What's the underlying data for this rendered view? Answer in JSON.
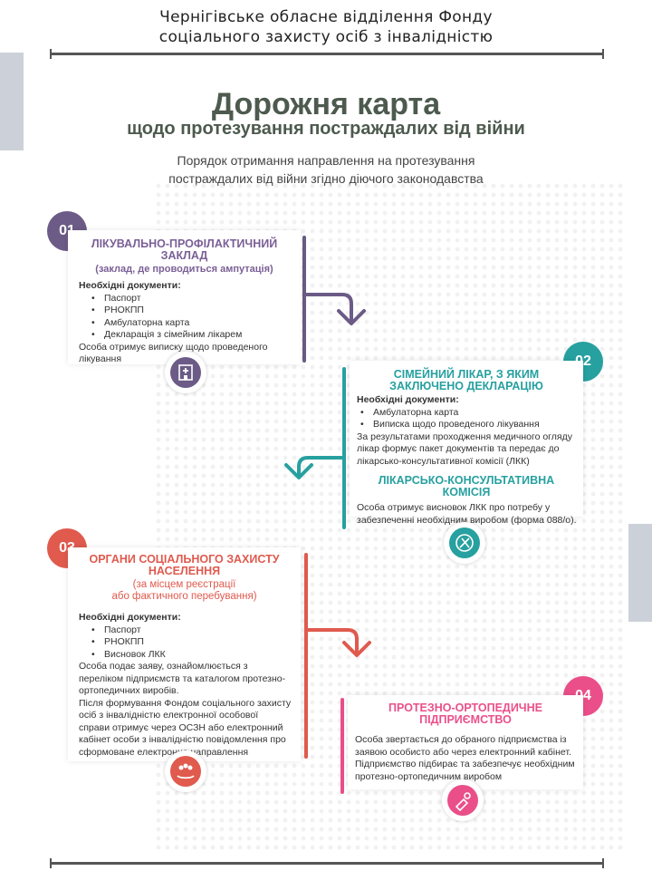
{
  "header": {
    "line1": "Чернігівське обласне відділення Фонду",
    "line2": "соціального захисту осіб з інвалідністю"
  },
  "title": "Дорожня карта",
  "subtitle": "щодо протезування постраждалих від війни",
  "intro": {
    "line1": "Порядок отримання направлення на протезування",
    "line2": "постраждалих від війни згідно діючого законодавства"
  },
  "colors": {
    "step1": "#6b5b86",
    "step2": "#27a0a0",
    "step3": "#e05a4e",
    "step4": "#ea4f8a"
  },
  "steps": [
    {
      "number": "01",
      "title_line1": "ЛІКУВАЛЬНО-ПРОФІЛАКТИЧНИЙ",
      "title_line2": "ЗАКЛАД",
      "note": "(заклад, де проводиться ампутація)",
      "docs_label": "Необхідні документи:",
      "docs": [
        "Паспорт",
        "РНОКПП",
        "Амбулаторна карта",
        "Декларація з сімейним лікарем"
      ],
      "text": "Особа отримує виписку щодо проведеного лікування",
      "icon": "hospital-icon"
    },
    {
      "number": "02",
      "title_line1": "СІМЕЙНИЙ ЛІКАР, З ЯКИМ",
      "title_line2": "ЗАКЛЮЧЕНО ДЕКЛАРАЦІЮ",
      "docs_label": "Необхідні документи:",
      "docs": [
        "Амбулаторна карта",
        "Виписка щодо проведеного лікування"
      ],
      "text": "За результатами проходження медичного огляду лікар формує пакет документів та передає до лікарсько-консультативної комісії (ЛКК)",
      "title2_line1": "ЛІКАРСЬКО-КОНСУЛЬТАТИВНА",
      "title2_line2": "КОМІСІЯ",
      "text2": "Особа отримує висновок ЛКК про потребу у забезпеченні необхідним виробом (форма 088/о).",
      "icon": "medical-commission-icon"
    },
    {
      "number": "03",
      "title_line1": "ОРГАНИ СОЦІАЛЬНОГО ЗАХИСТУ",
      "title_line2": "НАСЕЛЕННЯ",
      "note_line1": "(за місцем реєстрації",
      "note_line2": "або фактичного перебування)",
      "docs_label": "Необхідні документи:",
      "docs": [
        "Паспорт",
        "РНОКПП",
        "Висновок ЛКК"
      ],
      "text": "Особа подає заяву, ознайомлюється з переліком підприємств та каталогом протезно-ортопедичних виробів.",
      "text2": "Після формування Фондом соціального захисту осіб з інвалідністю електронної особової справи отримує через ОСЗН або електронний кабінет особи з інвалідністю повідомлення про сформоване електронне направлення",
      "icon": "social-support-icon"
    },
    {
      "number": "04",
      "title_line1": "ПРОТЕЗНО-ОРТОПЕДИЧНЕ",
      "title_line2": "ПІДПРИЄМСТВО",
      "text": "Особа звертається до обраного підприємства із заявою особисто або через електронний кабінет. Підприємство підбирає та забезпечує необхідним протезно-ортопедичним виробом",
      "icon": "prosthesis-icon"
    }
  ]
}
